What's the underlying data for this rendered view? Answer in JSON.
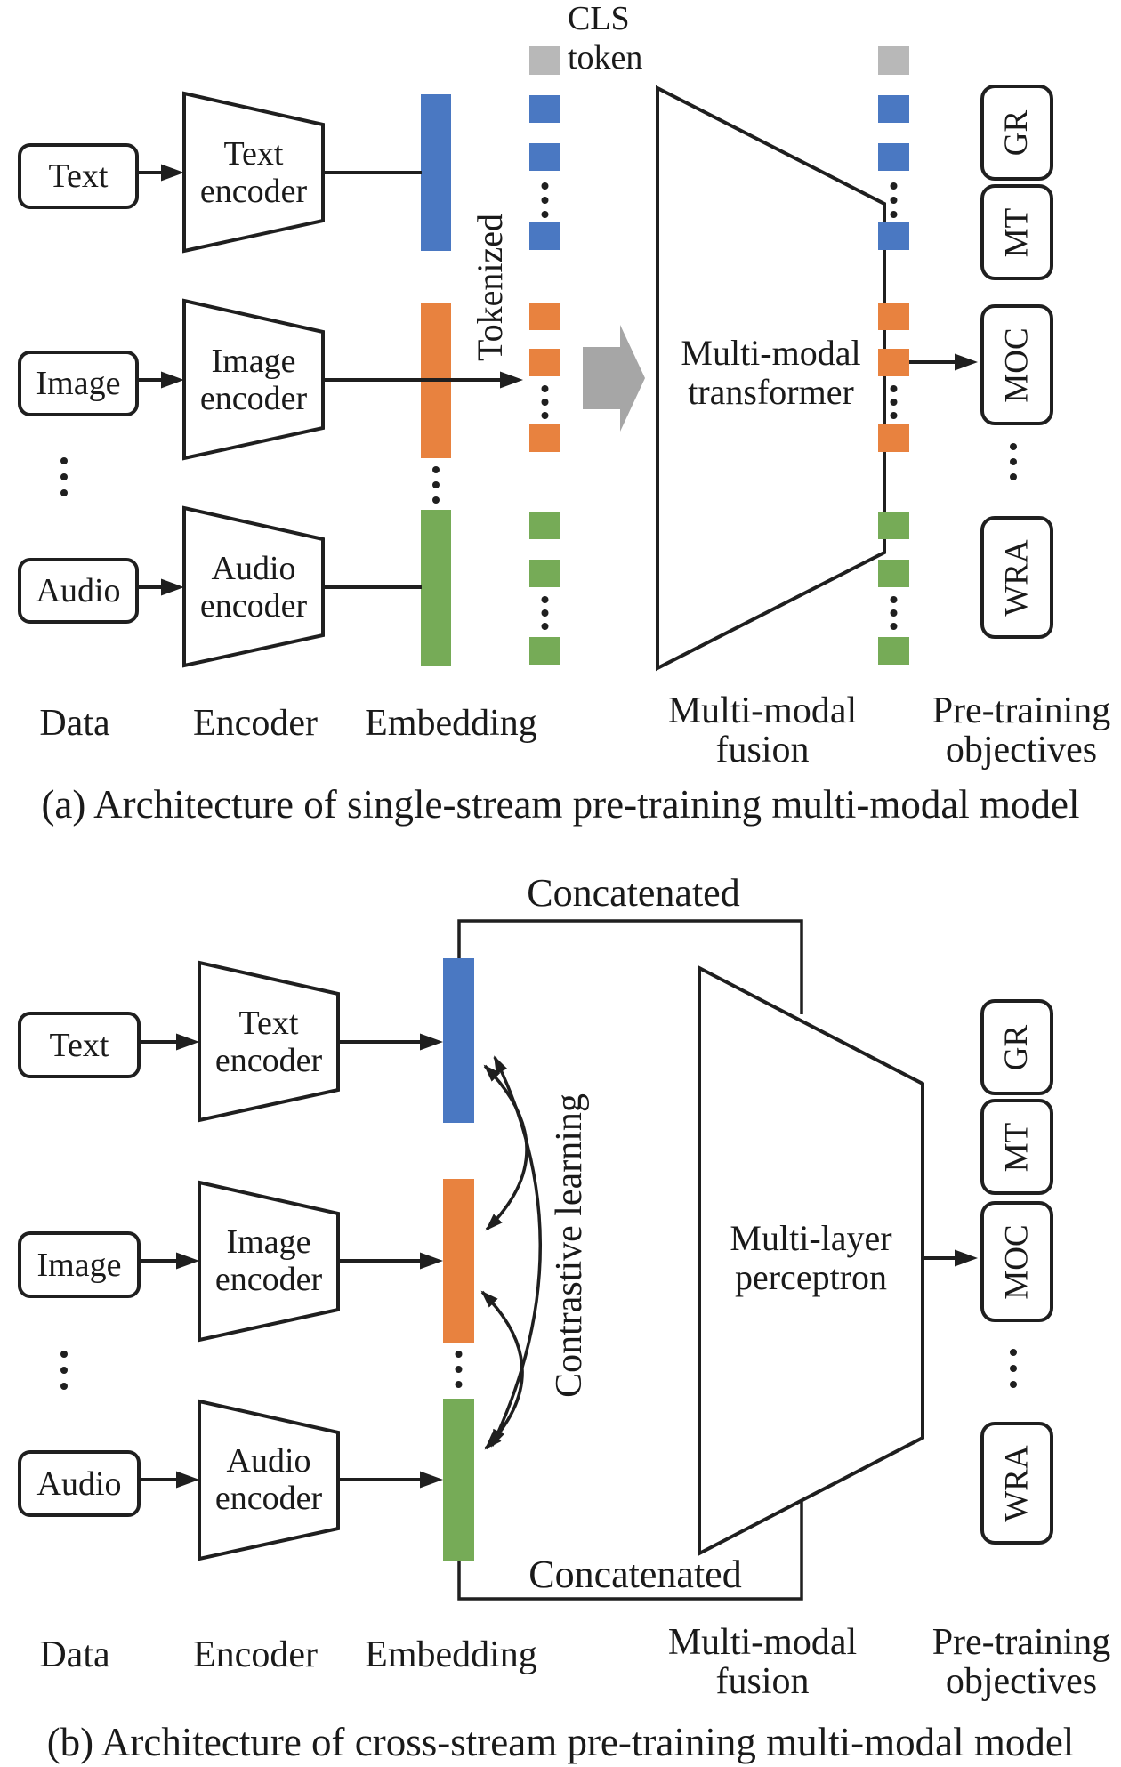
{
  "palette": {
    "blue": "#4A78C2",
    "orange": "#E8823F",
    "green": "#76AB57",
    "token_gray": "#B8B8B8",
    "arrow_gray": "#A6A6A6",
    "line_black": "#1F1F1F"
  },
  "diagram_a": {
    "cls_token_label": {
      "line1": "CLS",
      "line2": "token"
    },
    "tokenized_label": "Tokenized",
    "data_items": [
      {
        "label": "Text"
      },
      {
        "label": "Image"
      },
      {
        "label": "Audio"
      }
    ],
    "encoders": [
      {
        "line1": "Text",
        "line2": "encoder"
      },
      {
        "line1": "Image",
        "line2": "encoder"
      },
      {
        "line1": "Audio",
        "line2": "encoder"
      }
    ],
    "fusion": {
      "line1": "Multi-modal",
      "line2": "transformer"
    },
    "objectives": [
      {
        "label": "GR"
      },
      {
        "label": "MT"
      },
      {
        "label": "MOC"
      },
      {
        "label": "WRA"
      }
    ],
    "column_labels": {
      "data": "Data",
      "encoder": "Encoder",
      "embedding": "Embedding",
      "fusion_line1": "Multi-modal",
      "fusion_line2": "fusion",
      "objectives_line1": "Pre-training",
      "objectives_line2": "objectives"
    },
    "caption": "(a) Architecture of single-stream pre-training multi-modal model"
  },
  "diagram_b": {
    "concatenated_top": "Concatenated",
    "concatenated_bottom": "Concatenated",
    "contrastive_label": "Contrastive learning",
    "data_items": [
      {
        "label": "Text"
      },
      {
        "label": "Image"
      },
      {
        "label": "Audio"
      }
    ],
    "encoders": [
      {
        "line1": "Text",
        "line2": "encoder"
      },
      {
        "line1": "Image",
        "line2": "encoder"
      },
      {
        "line1": "Audio",
        "line2": "encoder"
      }
    ],
    "fusion": {
      "line1": "Multi-layer",
      "line2": "perceptron"
    },
    "objectives": [
      {
        "label": "GR"
      },
      {
        "label": "MT"
      },
      {
        "label": "MOC"
      },
      {
        "label": "WRA"
      }
    ],
    "column_labels": {
      "data": "Data",
      "encoder": "Encoder",
      "embedding": "Embedding",
      "fusion_line1": "Multi-modal",
      "fusion_line2": "fusion",
      "objectives_line1": "Pre-training",
      "objectives_line2": "objectives"
    },
    "caption": "(b) Architecture of cross-stream pre-training multi-modal model"
  }
}
